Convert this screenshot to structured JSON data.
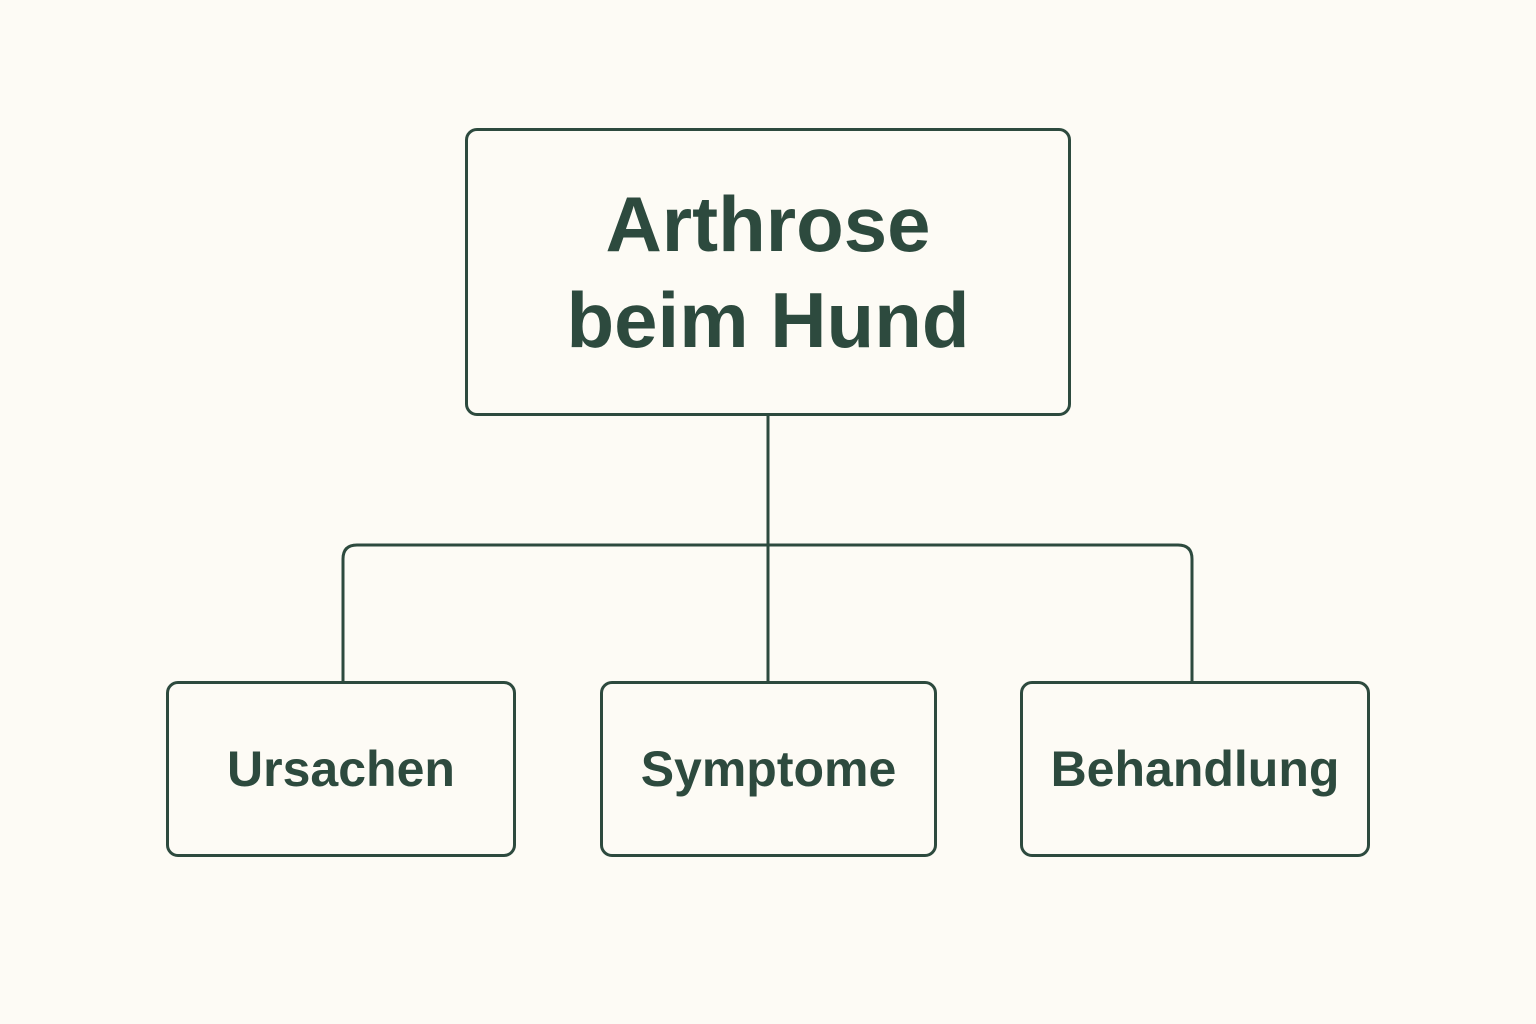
{
  "diagram": {
    "colors": {
      "background": "#fdfbf5",
      "stroke": "#2d4a3e",
      "text": "#2d4a3e"
    },
    "root": {
      "title_line1": "Arthrose",
      "title_line2": "beim Hund"
    },
    "children": [
      {
        "label": "Ursachen"
      },
      {
        "label": "Symptome"
      },
      {
        "label": "Behandlung"
      }
    ]
  }
}
